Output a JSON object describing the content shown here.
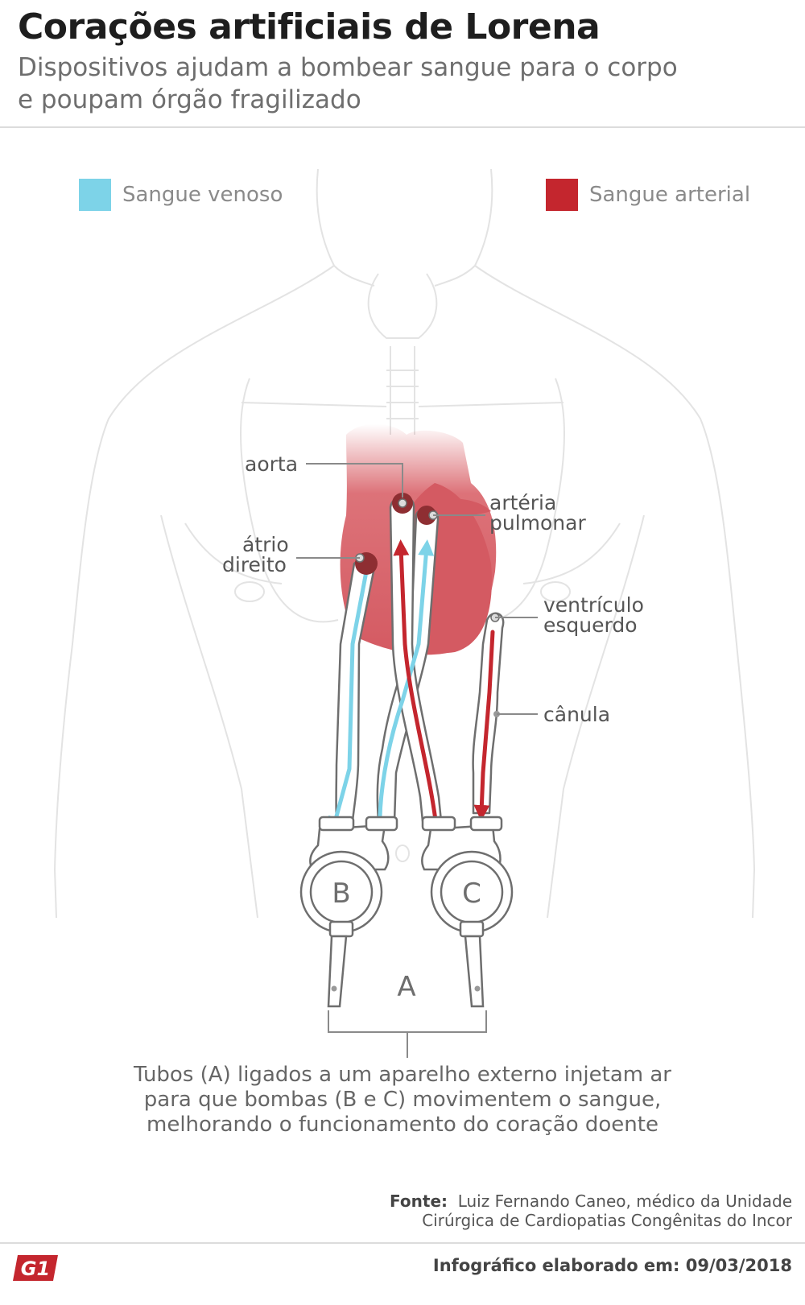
{
  "header": {
    "title": "Corações artificiais de Lorena",
    "subtitle_line1": "Dispositivos ajudam a bombear sangue para o corpo",
    "subtitle_line2": "e poupam órgão fragilizado"
  },
  "legend": [
    {
      "label": "Sangue venoso",
      "color": "#7dd3e8"
    },
    {
      "label": "Sangue arterial",
      "color": "#c4262e"
    }
  ],
  "labels": {
    "aorta": "aorta",
    "arteria_1": "artéria",
    "arteria_2": "pulmonar",
    "atrio_1": "átrio",
    "atrio_2": "direito",
    "ventriculo_1": "ventrículo",
    "ventriculo_2": "esquerdo",
    "canula": "cânula",
    "pump_b": "B",
    "pump_c": "C",
    "tubes_a": "A"
  },
  "caption": {
    "line1": "Tubos (A) ligados a um aparelho externo injetam ar",
    "line2": "para que bombas (B e C) movimentem o sangue,",
    "line3": "melhorando o funcionamento do coração doente"
  },
  "source": {
    "prefix": "Fonte:",
    "line1": "Luiz Fernando Caneo, médico da Unidade",
    "line2": "Cirúrgica de Cardiopatias Congênitas do Incor"
  },
  "footer": {
    "logo_text": "G1",
    "date": "Infográfico elaborado em: 09/03/2018"
  },
  "colors": {
    "venous": "#7dd3e8",
    "arterial": "#c4262e",
    "heart": "#d9636a"
  }
}
